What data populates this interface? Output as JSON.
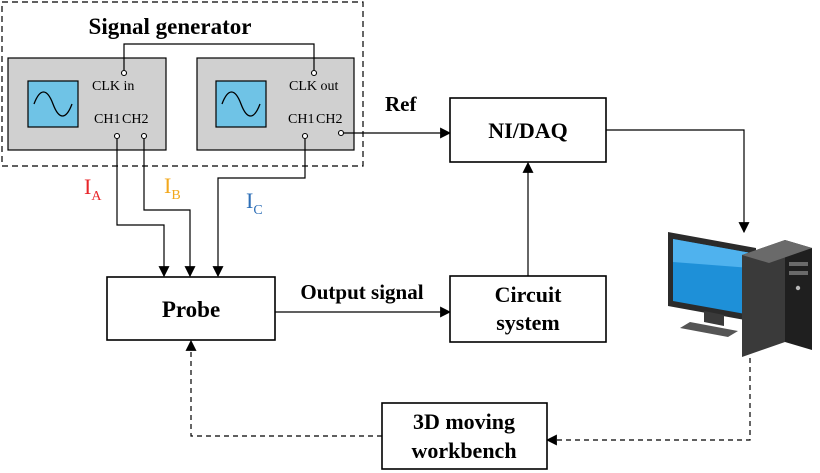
{
  "signal_generator": {
    "title": "Signal generator",
    "left_unit": {
      "clk_label": "CLK in",
      "ch1": "CH1",
      "ch2": "CH2"
    },
    "right_unit": {
      "clk_label": "CLK out",
      "ch1": "CH1",
      "ch2": "CH2"
    }
  },
  "currents": [
    {
      "letter": "I",
      "sub": "A",
      "color": "#e8262a"
    },
    {
      "letter": "I",
      "sub": "B",
      "color": "#f2a81d"
    },
    {
      "letter": "I",
      "sub": "C",
      "color": "#2e6fb7"
    }
  ],
  "blocks": {
    "ni_daq": "NI/DAQ",
    "probe": "Probe",
    "circuit_line1": "Circuit",
    "circuit_line2": "system",
    "workbench_line1": "3D moving",
    "workbench_line2": "workbench"
  },
  "labels": {
    "ref": "Ref",
    "output_signal": "Output signal"
  },
  "computer": {
    "icon": "desktop-computer-icon",
    "screen_color": "#1e90d8",
    "tower_color": "#2b2b2b"
  }
}
